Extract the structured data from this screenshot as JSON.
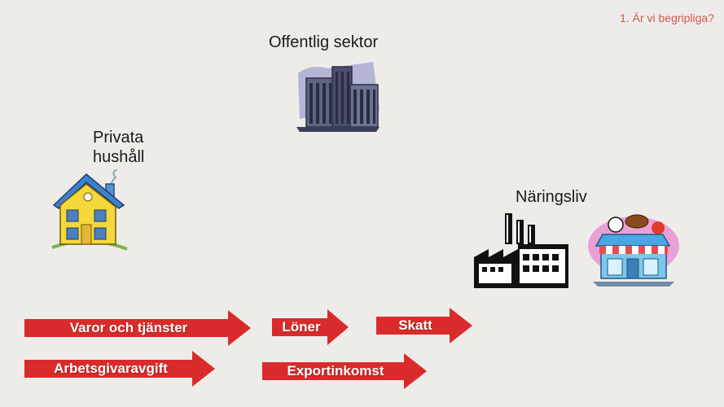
{
  "slide_tag": "1. Är vi begripliga?",
  "actors": {
    "public_sector": "Offentlig sektor",
    "households_line1": "Privata",
    "households_line2": "hushåll",
    "business": "Näringsliv"
  },
  "arrows": {
    "goods_services": "Varor och tjänster",
    "wages": "Löner",
    "tax": "Skatt",
    "employer_fee": "Arbetsgivaravgift",
    "export_income": "Exportinkomst"
  },
  "colors": {
    "arrow": "#d92b2b",
    "tag": "#d0574d",
    "background": "#eeece9"
  }
}
